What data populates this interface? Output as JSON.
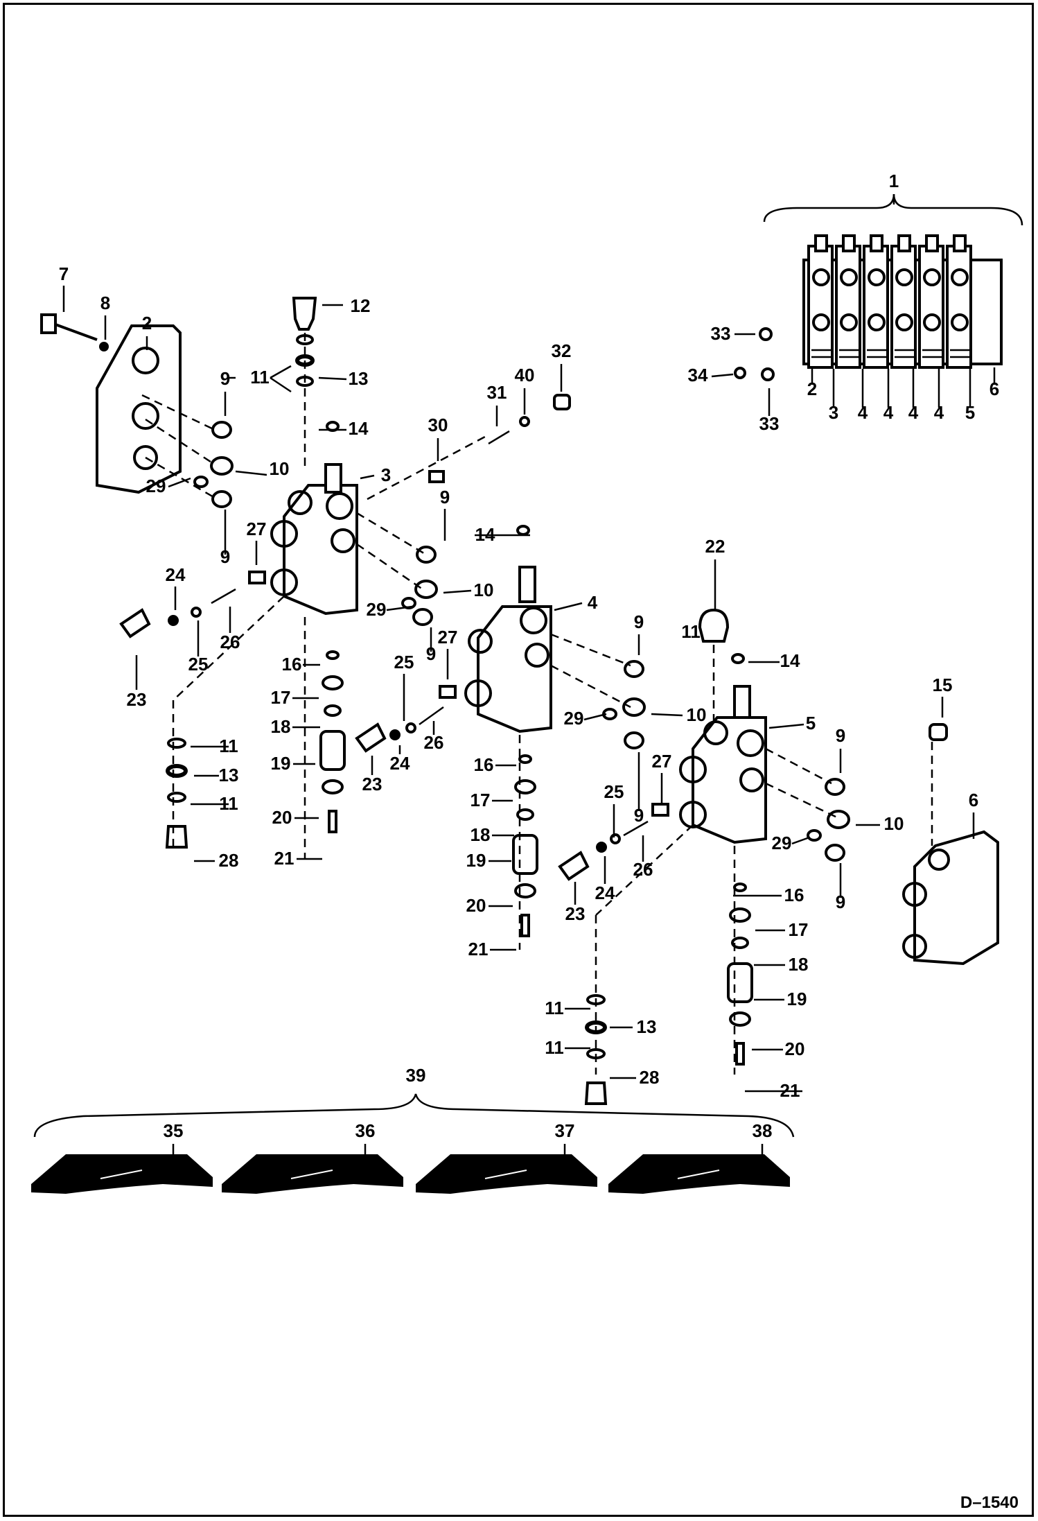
{
  "diagram": {
    "drawing_code": "D–1540",
    "callouts": {
      "c1": "1",
      "c2": "2",
      "c3": "3",
      "c4": "4",
      "c5": "5",
      "c6": "6",
      "c7": "7",
      "c8": "8",
      "c9": "9",
      "c10": "10",
      "c11": "11",
      "c12": "12",
      "c13": "13",
      "c14": "14",
      "c15": "15",
      "c16": "16",
      "c17": "17",
      "c18": "18",
      "c19": "19",
      "c20": "20",
      "c21": "21",
      "c22": "22",
      "c23": "23",
      "c24": "24",
      "c25": "25",
      "c26": "26",
      "c27": "27",
      "c28": "28",
      "c29": "29",
      "c30": "30",
      "c31": "31",
      "c32": "32",
      "c33": "33",
      "c34": "34",
      "c35": "35",
      "c36": "36",
      "c37": "37",
      "c38": "38",
      "c39": "39",
      "c40": "40"
    }
  }
}
